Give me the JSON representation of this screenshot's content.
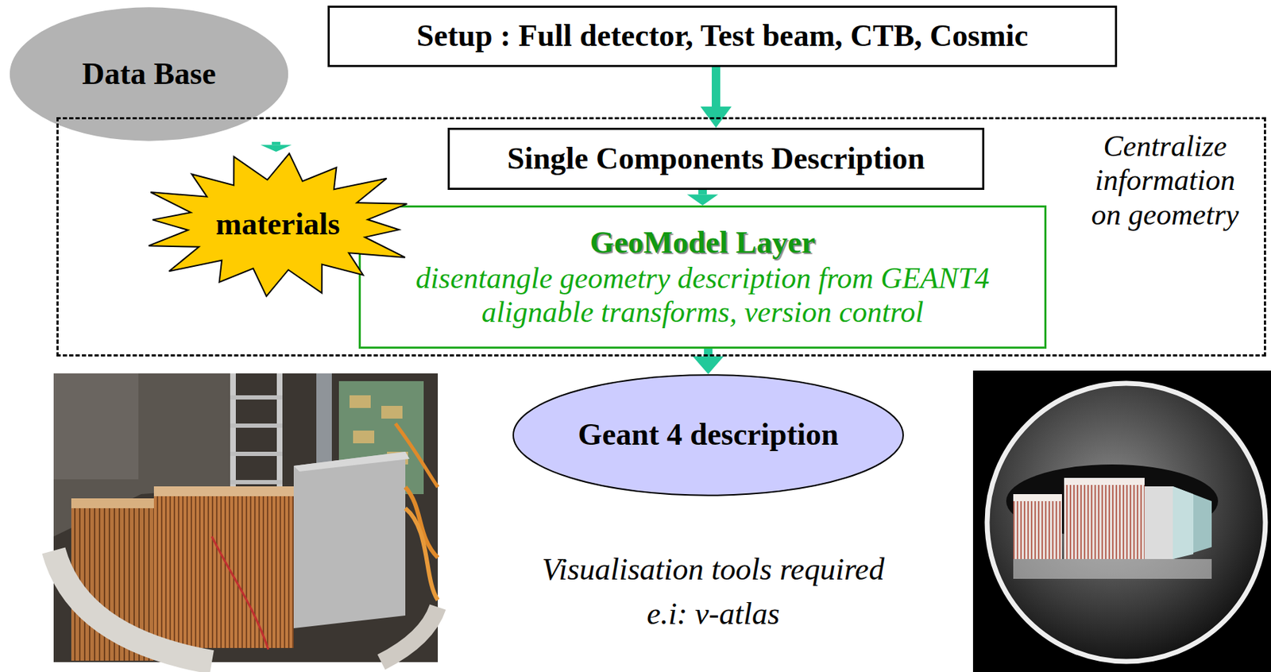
{
  "diagram": {
    "nodes": [
      {
        "text": [
          "Data Base"
        ]
      },
      {
        "text": [
          "Setup : Full detector, Test beam, CTB, Cosmic"
        ]
      },
      {
        "text": [
          "Centralize information on geometry"
        ]
      },
      {
        "text": [
          "Single Components Description"
        ],
        "in": 2
      },
      {
        "text": [
          "materials"
        ],
        "in": 2
      },
      {
        "text": [
          "GeoModel Layer",
          "disentangle geometry description from GEANT4",
          "alignable transforms, version control"
        ],
        "in": 2
      },
      {
        "text": [
          "Geant 4 description"
        ]
      }
    ],
    "edges": [
      {
        "from": 0,
        "to": 4,
        "arrow": "to"
      },
      {
        "from": 1,
        "to": 3,
        "arrow": "to"
      },
      {
        "from": 3,
        "to": 5,
        "arrow": "to"
      },
      {
        "from": 5,
        "to": 6,
        "arrow": "to"
      }
    ],
    "labels": [
      "Visualisation tools required",
      "e.i: v-atlas"
    ]
  }
}
